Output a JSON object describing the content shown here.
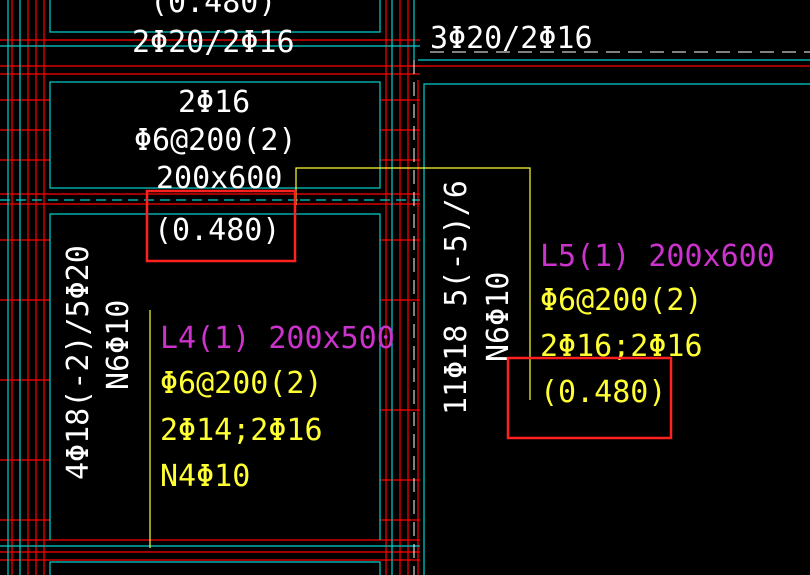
{
  "colors": {
    "background": "#000000",
    "beam_lines": "#ff0000",
    "wall_outline": "#00d0d0",
    "annotation": "#ffff33",
    "label": "#cc33cc",
    "text_white": "#ffffff",
    "highlight_box": "#ff2020"
  },
  "labels": {
    "top_partial": "(0.480)",
    "top_reinf": "2Φ20/2Φ16",
    "top_right_reinf": "3Φ20/2Φ16",
    "upper_bar": "2Φ16",
    "upper_stirrup": "Φ6@200(2)",
    "upper_size": "200x600",
    "upper_elev": "(0.480)",
    "left_vert_1": "4Φ18(-2)/5Φ20",
    "left_vert_2": "N6Φ10",
    "mid_vert_1": "11Φ18 5(-5)/6",
    "mid_vert_2": "N6Φ10",
    "l4_title": "L4(1) 200x500",
    "l4_stirrup": "Φ6@200(2)",
    "l4_bars": "2Φ14;2Φ16",
    "l4_side": "N4Φ10",
    "l5_title": "L5(1) 200x600",
    "l5_stirrup": "Φ6@200(2)",
    "l5_bars": "2Φ16;2Φ16",
    "l5_elev": "(0.480)"
  }
}
